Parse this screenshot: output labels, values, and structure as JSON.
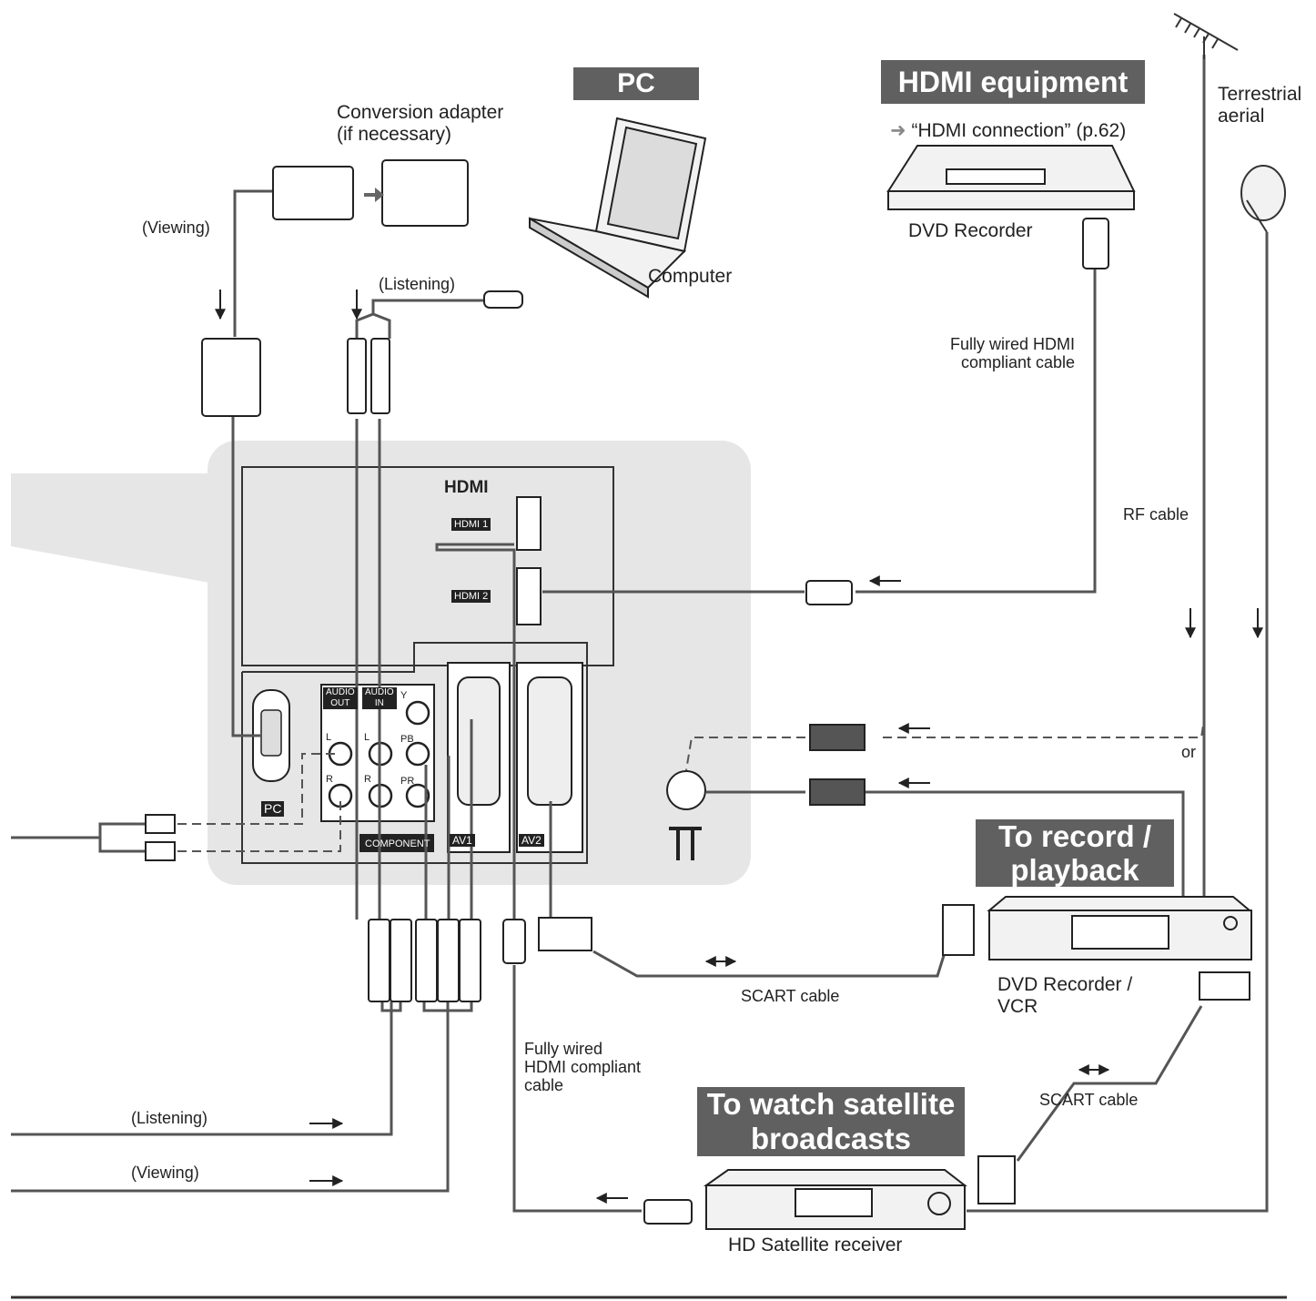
{
  "headings": {
    "pc": "PC",
    "hdmi_equipment": "HDMI equipment",
    "to_record": "To record /\nplayback",
    "to_watch_satellite": "To watch satellite\nbroadcasts"
  },
  "labels": {
    "conversion_adapter": "Conversion adapter\n(if necessary)",
    "viewing_top": "(Viewing)",
    "listening_top": "(Listening)",
    "computer": "Computer",
    "hdmi_connection": "“HDMI connection” (p.62)",
    "dvd_recorder_top": "DVD Recorder",
    "terrestrial_aerial": "Terrestrial\naerial",
    "fully_wired_hdmi_top": "Fully wired HDMI\ncompliant cable",
    "rf_cable": "RF cable",
    "or": "or",
    "dvd_recorder_vcr": "DVD Recorder /\nVCR",
    "scart_cable_1": "SCART cable",
    "scart_cable_2": "SCART cable",
    "fully_wired_hdmi_bottom": "Fully wired\nHDMI compliant\ncable",
    "listening_bottom": "(Listening)",
    "viewing_bottom": "(Viewing)",
    "hd_satellite_receiver": "HD Satellite receiver"
  },
  "tv_panel": {
    "hdmi_logo": "HDMI",
    "hdmi1": "HDMI 1",
    "hdmi2": "HDMI 2",
    "audio_out": "AUDIO\nOUT",
    "audio_in": "AUDIO\nIN",
    "pc_port": "PC",
    "component": "COMPONENT",
    "av1": "AV1",
    "av2": "AV2",
    "l": "L",
    "r": "R",
    "y": "Y",
    "pb": "PB",
    "pr": "PR"
  },
  "colors": {
    "panel": "#e6e6e6",
    "heading_bar": "#606060",
    "cable": "#555555"
  }
}
